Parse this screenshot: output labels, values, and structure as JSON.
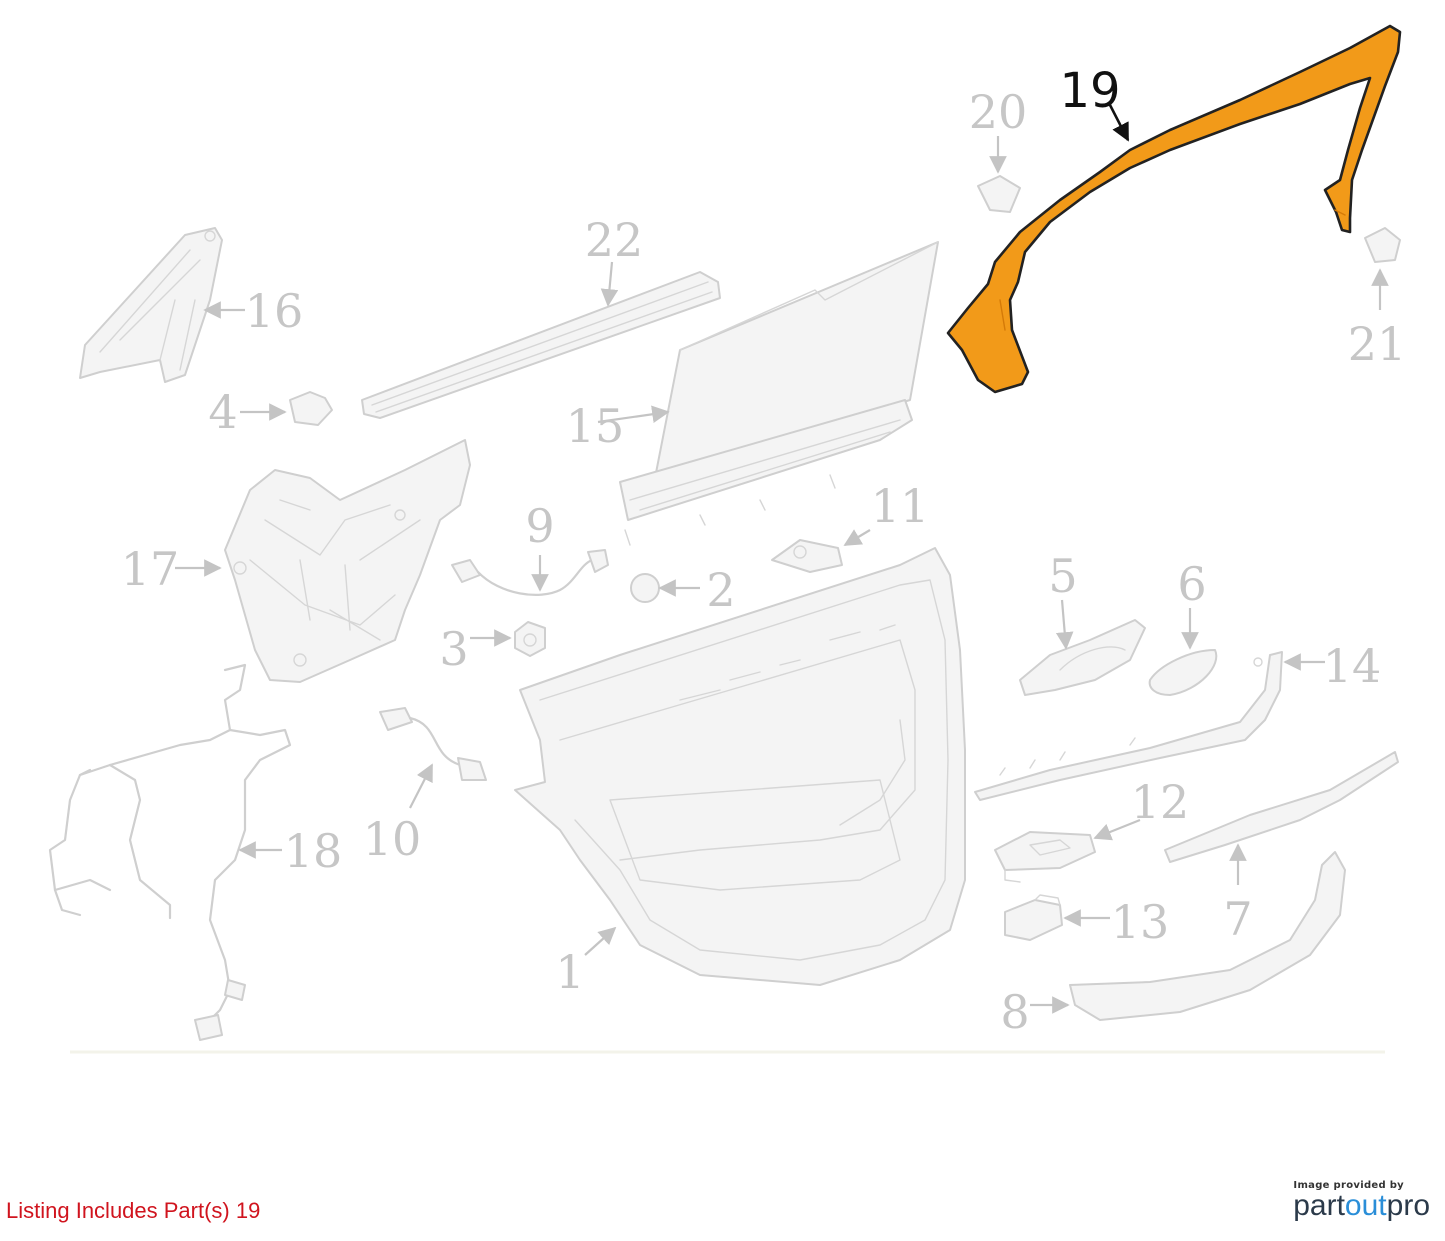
{
  "diagram": {
    "highlighted_part": "19",
    "callouts": [
      "1",
      "2",
      "3",
      "4",
      "5",
      "6",
      "7",
      "8",
      "9",
      "10",
      "11",
      "12",
      "13",
      "14",
      "15",
      "16",
      "17",
      "18",
      "19",
      "20",
      "21",
      "22"
    ],
    "highlight_color": "#f29a19"
  },
  "footer": {
    "listing_text": "Listing Includes Part(s) 19"
  },
  "brand": {
    "caption": "Image provided by",
    "logo_part1": "part",
    "logo_part2": "out",
    "logo_part3": "pro"
  }
}
